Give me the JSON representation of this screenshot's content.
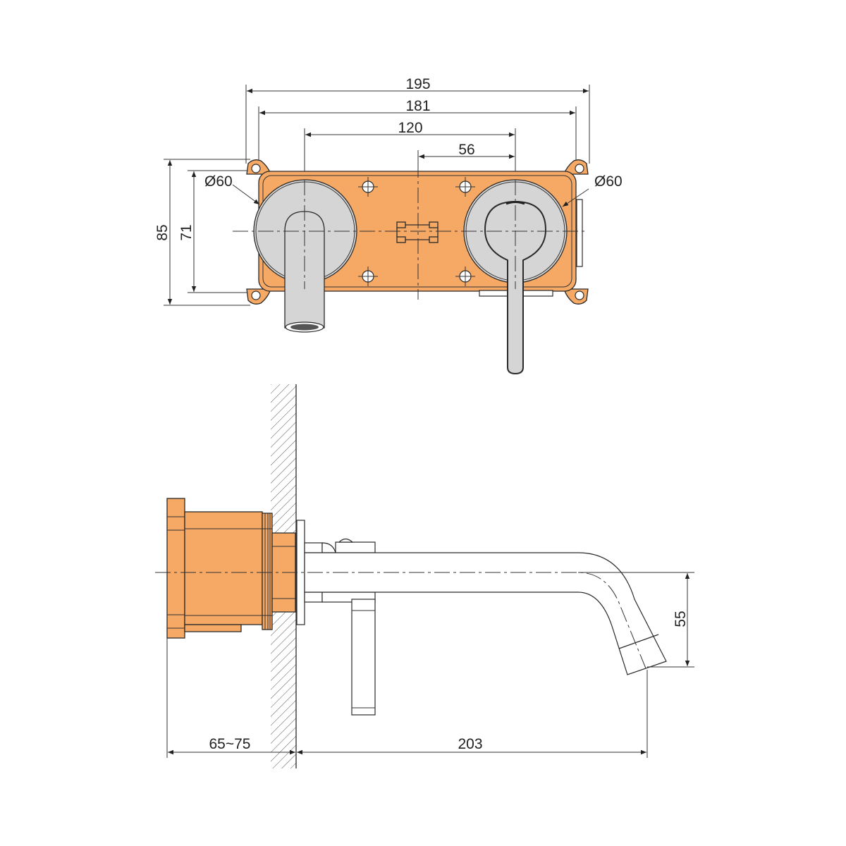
{
  "drawing": {
    "front_view": {
      "dimensions": {
        "overall_width": "195",
        "mount_width": "181",
        "centers": "120",
        "half_offset": "56",
        "left_diameter": "Ø60",
        "right_diameter": "Ø60",
        "overall_height": "85",
        "mount_height": "71"
      }
    },
    "side_view": {
      "dimensions": {
        "spout_drop": "55",
        "wall_depth": "65~75",
        "spout_projection": "203"
      }
    },
    "colors": {
      "body": "#F6A964",
      "chrome": "#D5D5D5",
      "line": "#2a2a2a"
    }
  }
}
